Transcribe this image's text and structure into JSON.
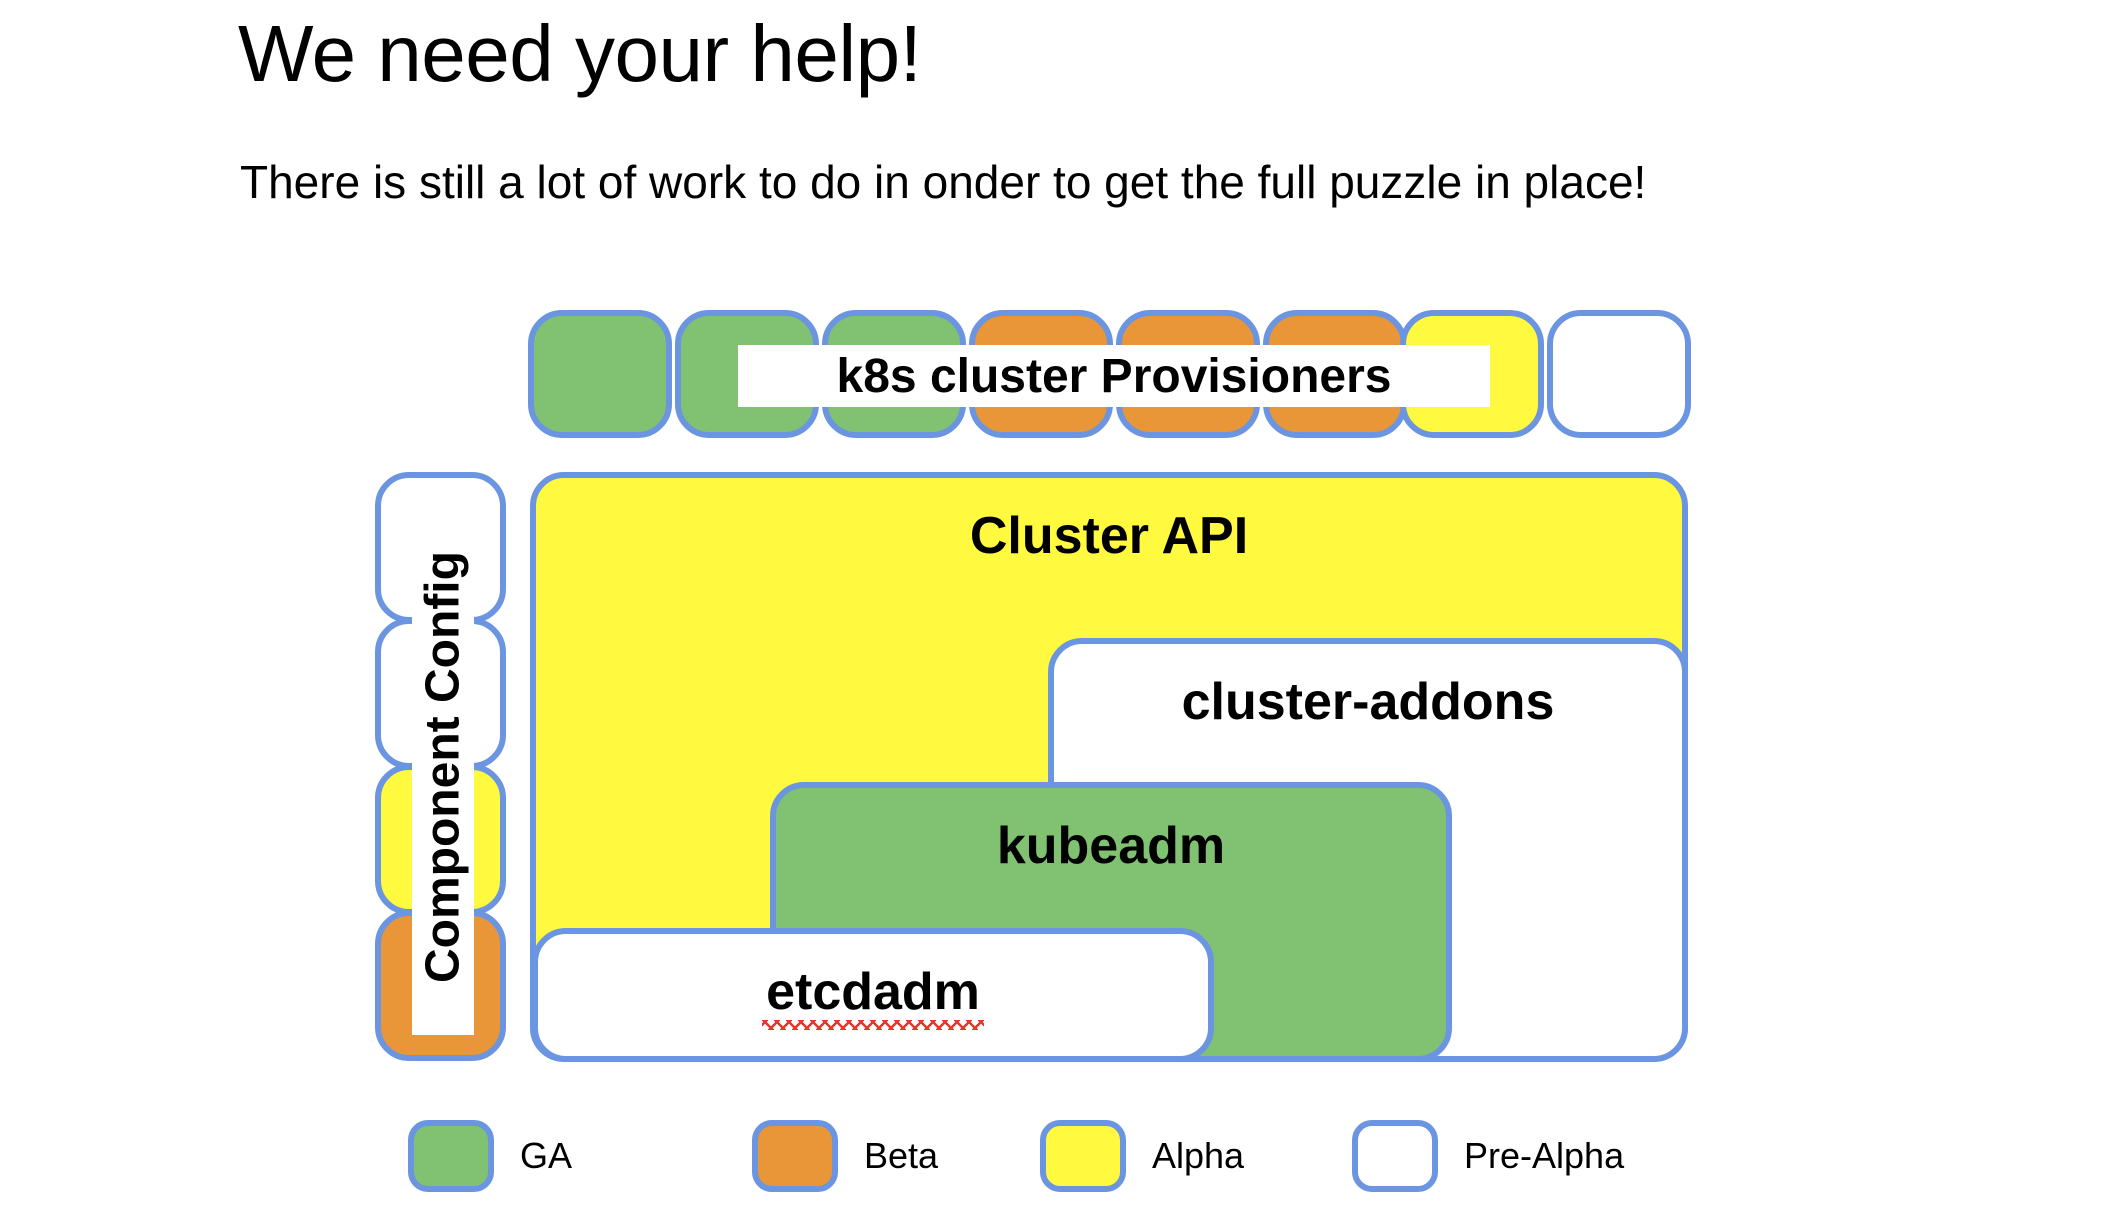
{
  "slide": {
    "title": "We need your help!",
    "subtitle": "There is still a lot of work to do in onder to get the full puzzle in place!"
  },
  "diagram": {
    "provisioners_row": {
      "label": "k8s cluster Provisioners",
      "tiles": [
        {
          "status": "GA"
        },
        {
          "status": "GA"
        },
        {
          "status": "GA"
        },
        {
          "status": "Beta"
        },
        {
          "status": "Beta"
        },
        {
          "status": "Beta"
        },
        {
          "status": "Alpha"
        },
        {
          "status": "Pre-Alpha"
        }
      ]
    },
    "component_config_column": {
      "label": "Component Config",
      "tiles": [
        {
          "status": "Pre-Alpha"
        },
        {
          "status": "Pre-Alpha"
        },
        {
          "status": "Alpha"
        },
        {
          "status": "Beta"
        }
      ]
    },
    "blocks": [
      {
        "label": "Cluster API",
        "status": "Alpha"
      },
      {
        "label": "cluster-addons",
        "status": "Pre-Alpha"
      },
      {
        "label": "kubeadm",
        "status": "GA"
      },
      {
        "label": "etcdadm",
        "status": "Pre-Alpha",
        "spellcheck_flag": true
      }
    ]
  },
  "legend": {
    "items": [
      {
        "label": "GA",
        "color": "#81C172"
      },
      {
        "label": "Beta",
        "color": "#E89637"
      },
      {
        "label": "Alpha",
        "color": "#FFF93F"
      },
      {
        "label": "Pre-Alpha",
        "color": "#FFFFFF"
      }
    ]
  },
  "colors": {
    "border": "#6B95E0",
    "ga": "#81C172",
    "beta": "#E89637",
    "alpha": "#FFF93F",
    "prealpha": "#FFFFFF",
    "spellcheck": "#E23A2E",
    "background": "#FFFFFF",
    "text": "#000000"
  }
}
